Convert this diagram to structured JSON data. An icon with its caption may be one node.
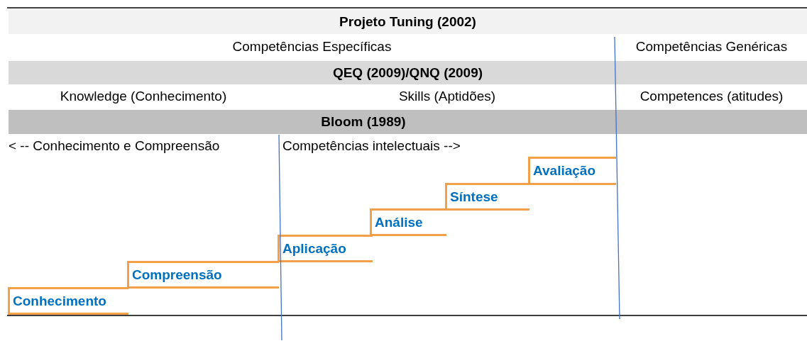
{
  "diagram": {
    "nodes": [
      {
        "text": [
          "Projeto Tuning (2002)"
        ]
      },
      {
        "text": [
          "QEQ (2009)/QNQ (2009)"
        ]
      },
      {
        "text": [
          "Bloom (1989)"
        ]
      },
      {
        "text": [
          "Avaliação"
        ]
      },
      {
        "text": [
          "Síntese"
        ]
      },
      {
        "text": [
          "Análise"
        ]
      },
      {
        "text": [
          "Aplicação"
        ]
      },
      {
        "text": [
          "Compreensão"
        ]
      },
      {
        "text": [
          "Conhecimento"
        ]
      }
    ],
    "edges": [],
    "labels": [
      "Competências Específicas",
      "Competências Genéricas",
      "Knowledge (Conhecimento)",
      "Skills (Aptidões)",
      "Competences (atitudes)",
      "< -- Conhecimento e Compreensão",
      "Competências intelectuais -->"
    ]
  }
}
